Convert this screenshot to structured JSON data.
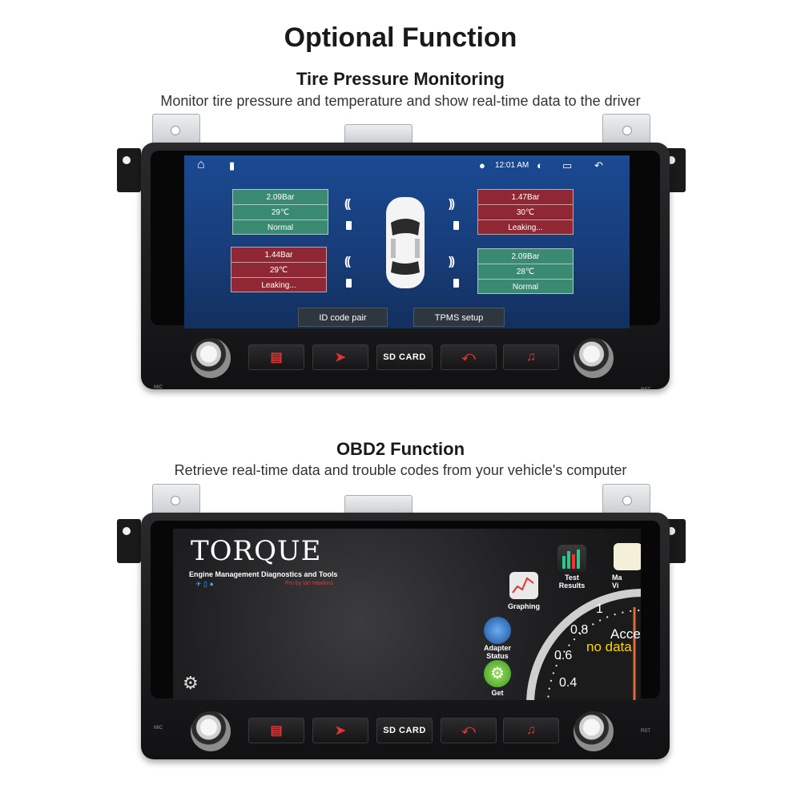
{
  "header": {
    "title": "Optional Function",
    "tpms_heading": "Tire Pressure Monitoring",
    "tpms_desc": "Monitor tire pressure and temperature and show real-time data to the driver",
    "obd_heading": "OBD2 Function",
    "obd_desc": "Retrieve real-time data and trouble codes from your vehicle's computer"
  },
  "unit": {
    "mic_label": "MIC",
    "rst_label": "RST",
    "buttons": [
      {
        "name": "navigation",
        "label": "▤"
      },
      {
        "name": "gps",
        "label": "➤"
      },
      {
        "name": "sd-card",
        "label": "SD CARD"
      },
      {
        "name": "back",
        "label": "⤺"
      },
      {
        "name": "music",
        "label": "♫"
      }
    ]
  },
  "tpms_screen": {
    "status": {
      "time": "12:01 AM"
    },
    "tires": {
      "front_left": {
        "pressure": "2.09Bar",
        "temp": "29℃",
        "status": "Normal",
        "state": "ok"
      },
      "front_right": {
        "pressure": "1.47Bar",
        "temp": "30℃",
        "status": "Leaking...",
        "state": "bad"
      },
      "rear_left": {
        "pressure": "1.44Bar",
        "temp": "29℃",
        "status": "Leaking...",
        "state": "bad"
      },
      "rear_right": {
        "pressure": "2.09Bar",
        "temp": "28℃",
        "status": "Normal",
        "state": "ok"
      }
    },
    "buttons": {
      "pair": "ID code pair",
      "setup": "TPMS setup"
    }
  },
  "torque_screen": {
    "app_title": "TORQUE",
    "app_subtitle": "Engine Management Diagnostics and Tools",
    "pro_text": "Pro by Ian Hawkins",
    "apps": {
      "test_results": "Test\nResults",
      "graphing": "Graphing",
      "adapter_status": "Adapter\nStatus",
      "get": "Get",
      "map_partial": "Ma\nVi"
    },
    "gauge": {
      "ticks": [
        "1",
        "0.8",
        "0.6",
        "0.4"
      ],
      "label": "Accel",
      "value_text": "no data"
    }
  },
  "colors": {
    "accent_red": "#e03434",
    "tire_ok": "#3a8a72",
    "tire_bad": "#8f2834",
    "screen_blue": "#1a4a92"
  }
}
